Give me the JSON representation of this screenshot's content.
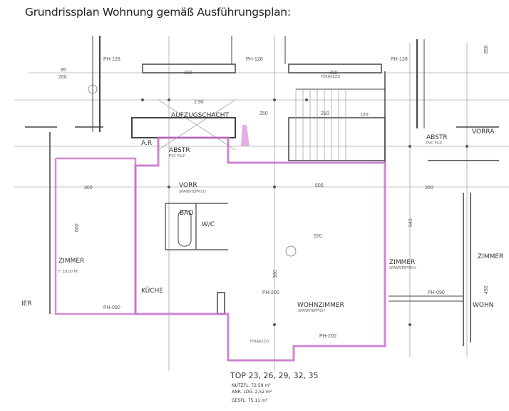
{
  "document": {
    "title": "Grundrissplan Wohnung gemäß Ausführungsplan:"
  },
  "rooms": {
    "aufzug": "AUFZUGSCHACHT",
    "abstr": "ABSTR",
    "abstr_sub": "PVC FILZ",
    "ar": "A.R",
    "vorr": "VORR",
    "vorr_sub": "SPANNTEPPICH",
    "bad": "BAD",
    "wc": "W/C",
    "zimmer_left": "ZIMMER",
    "zimmer_left_area": "F: 18,00 M²",
    "kueche": "KÜCHE",
    "wohnzimmer": "WOHNZIMMER",
    "wohnzimmer_sub": "SPANNTEPPICH",
    "zimmer_right": "ZIMMER",
    "zimmer_right_sub": "SPANNTEPPICH",
    "abstr_right": "ABSTR",
    "abstr_right_sub": "PVC FILZ",
    "vorra_right": "VORRA",
    "wohn_right": "WOHN",
    "zimmer_far_right": "ZIMMER",
    "ier_left": "IER",
    "terrazzo_top": "TERRAZZO",
    "terrazzo_bottom": "TERRAZZO"
  },
  "dimensions": {
    "ph_128_a": "PH-128",
    "ph_128_b": "PH-128",
    "ph_128_c": "PH-128",
    "d390_a": "390",
    "d390_b": "390",
    "d250": "250",
    "d210": "210",
    "d120": "120",
    "d300_a": "300",
    "d300_b": "300",
    "d500": "500",
    "d570": "570",
    "d540": "540",
    "d380": "380",
    "d600": "600",
    "d450": "450",
    "d850": "850",
    "d290": "2.90",
    "ph_090_a": "PH-090",
    "ph_090_b": "PH-090",
    "ph_200_a": "PH-200",
    "ph_200_b": "PH-200",
    "d95": "95",
    "d200": "200"
  },
  "info": {
    "top": "TOP   23, 26, 29, 32, 35",
    "nutzfl": "NUTZFL.   72,59 m²",
    "anr_log": "ANR. LOG.  2,52 m²",
    "gesfl": "GESFL.     75,11 m²"
  },
  "colors": {
    "apartment_outline": "#c86fc8",
    "walls": "#444444"
  }
}
